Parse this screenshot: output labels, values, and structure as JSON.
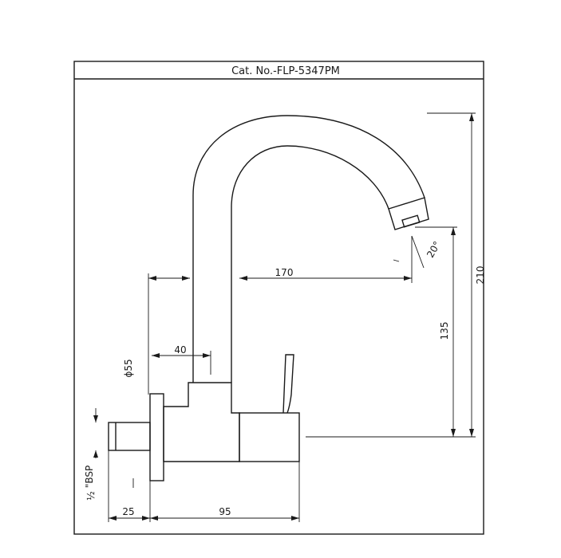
{
  "title": "Cat. No.-FLP-5347PM",
  "dimensions": {
    "spout_reach": "170",
    "total_height": "210",
    "outlet_height": "135",
    "angle": "20°",
    "diameter": "ϕ55",
    "body_offset": "40",
    "connector_length": "25",
    "body_depth": "95",
    "thread_half": "½",
    "thread": "\"BSP"
  }
}
